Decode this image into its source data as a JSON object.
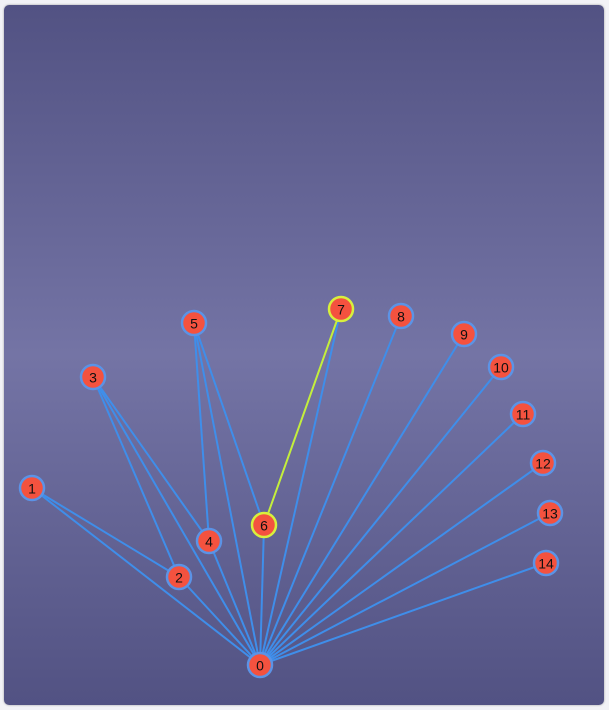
{
  "graph": {
    "colors": {
      "edge": "#3f8eea",
      "highlight_edge": "#c4ef3c",
      "node_fill": "#f4523f",
      "node_stroke": "#5b93e6",
      "highlight_node_stroke": "#d8f03c"
    },
    "nodes": [
      {
        "id": "0",
        "label": "0"
      },
      {
        "id": "1",
        "label": "1"
      },
      {
        "id": "2",
        "label": "2"
      },
      {
        "id": "3",
        "label": "3"
      },
      {
        "id": "4",
        "label": "4"
      },
      {
        "id": "5",
        "label": "5"
      },
      {
        "id": "6",
        "label": "6",
        "highlighted": true
      },
      {
        "id": "7",
        "label": "7",
        "highlighted": true
      },
      {
        "id": "8",
        "label": "8"
      },
      {
        "id": "9",
        "label": "9"
      },
      {
        "id": "10",
        "label": "10"
      },
      {
        "id": "11",
        "label": "11"
      },
      {
        "id": "12",
        "label": "12"
      },
      {
        "id": "13",
        "label": "13"
      },
      {
        "id": "14",
        "label": "14"
      }
    ],
    "edges": [
      {
        "from": "0",
        "to": "1"
      },
      {
        "from": "0",
        "to": "2"
      },
      {
        "from": "0",
        "to": "3"
      },
      {
        "from": "0",
        "to": "4"
      },
      {
        "from": "0",
        "to": "5"
      },
      {
        "from": "0",
        "to": "6"
      },
      {
        "from": "0",
        "to": "7"
      },
      {
        "from": "0",
        "to": "8"
      },
      {
        "from": "0",
        "to": "9"
      },
      {
        "from": "0",
        "to": "10"
      },
      {
        "from": "0",
        "to": "11"
      },
      {
        "from": "0",
        "to": "12"
      },
      {
        "from": "0",
        "to": "13"
      },
      {
        "from": "0",
        "to": "14"
      },
      {
        "from": "1",
        "to": "2"
      },
      {
        "from": "3",
        "to": "2"
      },
      {
        "from": "3",
        "to": "4"
      },
      {
        "from": "5",
        "to": "4"
      },
      {
        "from": "5",
        "to": "6"
      },
      {
        "from": "6",
        "to": "7",
        "highlighted": true
      }
    ]
  }
}
